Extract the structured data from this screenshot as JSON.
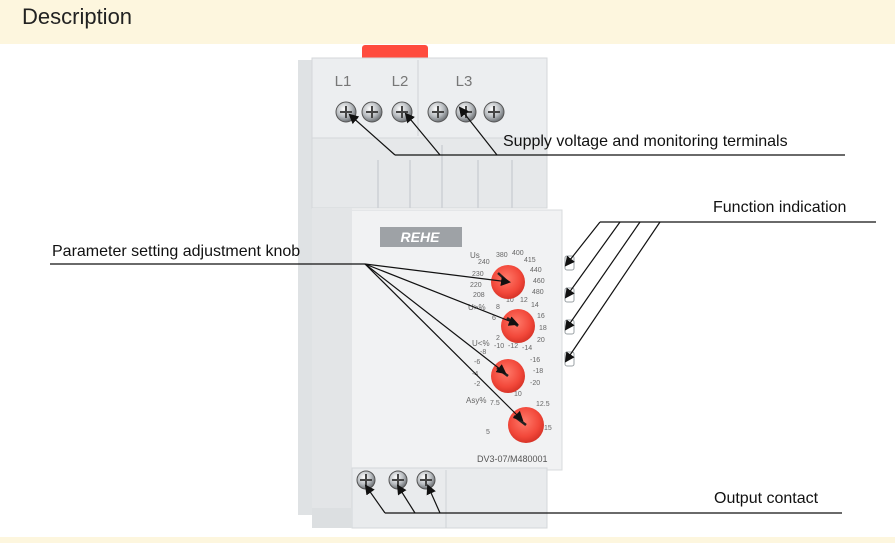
{
  "header": {
    "title": "Description"
  },
  "device": {
    "brand": "REHE",
    "model": "DV3-07/M480001",
    "terminals": [
      "L1",
      "L2",
      "L3"
    ],
    "knobs": [
      {
        "name": "Us",
        "scale": [
          "240",
          "380",
          "400",
          "415",
          "440",
          "460",
          "480",
          "208",
          "220",
          "230"
        ]
      },
      {
        "name": "U>%",
        "scale": [
          "2",
          "6",
          "8",
          "10",
          "12",
          "14",
          "16",
          "18",
          "20"
        ]
      },
      {
        "name": "U<%",
        "scale": [
          "-2",
          "-4",
          "-6",
          "-8",
          "-10",
          "-12",
          "-14",
          "-16",
          "-18",
          "-20"
        ]
      },
      {
        "name": "Asy%",
        "scale": [
          "5",
          "7.5",
          "10",
          "12.5",
          "15"
        ]
      }
    ]
  },
  "callouts": {
    "supply": "Supply voltage and monitoring terminals",
    "function": "Function indication",
    "parameter": "Parameter setting adjustment knob",
    "output": "Output contact"
  },
  "colors": {
    "header_bg": "#fdf6de",
    "knob": "#f2483a",
    "tab": "#ff4b3e",
    "housing": "#e8eaec"
  }
}
